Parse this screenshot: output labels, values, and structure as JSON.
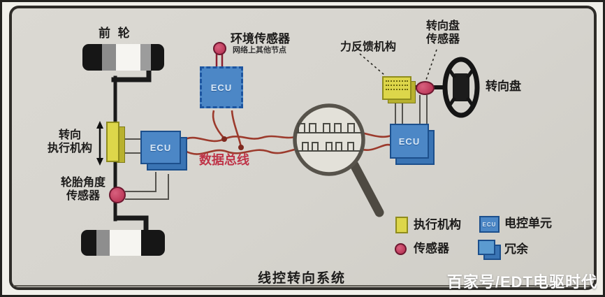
{
  "diagram": {
    "title": "线控转向系统",
    "watermark": "百家号/EDT电驱时代",
    "labels": {
      "front_wheel": "前 轮",
      "env_sensor": "环境传感器",
      "env_sensor_sub": "网络上其他节点",
      "steering_actuator_line1": "转向",
      "steering_actuator_line2": "执行机构",
      "tire_angle_line1": "轮胎角度",
      "tire_angle_line2": "传感器",
      "data_bus": "数据总线",
      "force_feedback": "力反馈机构",
      "sw_sensor_line1": "转向盘",
      "sw_sensor_line2": "传感器",
      "steering_wheel": "转向盘",
      "ecu": "ECU"
    },
    "legend": {
      "items": [
        {
          "swatch": "actuator-yellow-box",
          "label": "执行机构"
        },
        {
          "swatch": "sensor-pink-dot",
          "label": "传感器"
        },
        {
          "swatch": "ecu-blue-box",
          "label": "电控单元"
        },
        {
          "swatch": "redundancy-double-box",
          "label": "冗余"
        }
      ]
    },
    "colors": {
      "background": "#d6d4ce",
      "actuator_yellow": "#ddd64a",
      "sensor_pink": "#c43b58",
      "ecu_blue": "#4c87c6",
      "ecu_border_blue": "#1c4f8c",
      "data_bus_red": "#9c3a2c",
      "data_bus_label_red": "#bf3448",
      "line_black": "#1a1a1a"
    }
  }
}
